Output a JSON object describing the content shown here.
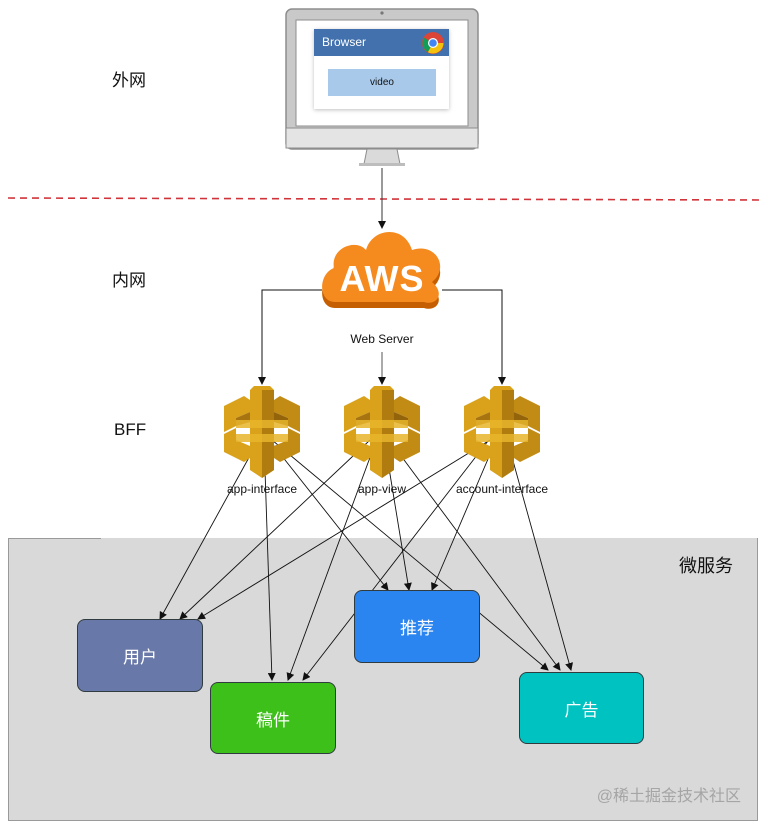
{
  "layers": {
    "external": "外网",
    "internal": "内网",
    "bff": "BFF"
  },
  "client": {
    "window_title": "Browser",
    "content": "video",
    "browser_icon": "chrome-icon"
  },
  "web_server": {
    "logo_text": "AWS",
    "label": "Web Server"
  },
  "gateways": [
    {
      "id": "app-interface",
      "label": "app-interface"
    },
    {
      "id": "app-view",
      "label": "app-view"
    },
    {
      "id": "account-interface",
      "label": "account-interface"
    }
  ],
  "microservices": {
    "title": "微服务",
    "services": [
      {
        "id": "user",
        "label": "用户",
        "color": "#6878a8"
      },
      {
        "id": "manuscript",
        "label": "稿件",
        "color": "#3dc11a"
      },
      {
        "id": "recommend",
        "label": "推荐",
        "color": "#2a85f0"
      },
      {
        "id": "ads",
        "label": "广告",
        "color": "#00c2c0"
      }
    ]
  },
  "edges": [
    {
      "from": "browser",
      "to": "web-server"
    },
    {
      "from": "web-server",
      "to": "app-interface"
    },
    {
      "from": "web-server",
      "to": "app-view"
    },
    {
      "from": "web-server",
      "to": "account-interface"
    },
    {
      "from": "app-interface",
      "to": "user"
    },
    {
      "from": "app-interface",
      "to": "manuscript"
    },
    {
      "from": "app-interface",
      "to": "recommend"
    },
    {
      "from": "app-interface",
      "to": "ads"
    },
    {
      "from": "app-view",
      "to": "user"
    },
    {
      "from": "app-view",
      "to": "manuscript"
    },
    {
      "from": "app-view",
      "to": "recommend"
    },
    {
      "from": "app-view",
      "to": "ads"
    },
    {
      "from": "account-interface",
      "to": "user"
    },
    {
      "from": "account-interface",
      "to": "manuscript"
    },
    {
      "from": "account-interface",
      "to": "recommend"
    },
    {
      "from": "account-interface",
      "to": "ads"
    }
  ],
  "boundary": {
    "style": "dashed",
    "color": "#d0343a"
  },
  "watermark": "@稀土掘金技术社区"
}
